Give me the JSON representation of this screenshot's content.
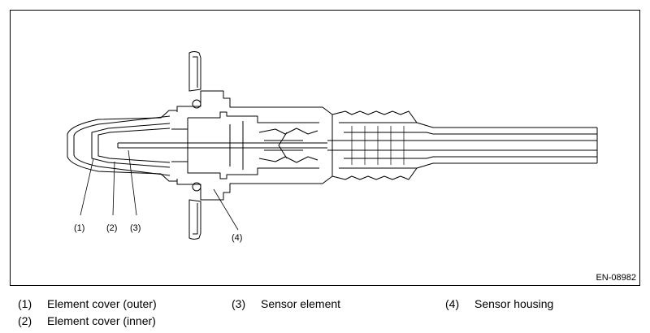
{
  "figure_id": "EN-08982",
  "callouts": [
    "(1)",
    "(2)",
    "(3)",
    "(4)"
  ],
  "legend": [
    {
      "num": "(1)",
      "label": "Element cover (outer)"
    },
    {
      "num": "(2)",
      "label": "Element cover (inner)"
    },
    {
      "num": "(3)",
      "label": "Sensor element"
    },
    {
      "num": "(4)",
      "label": "Sensor housing"
    }
  ]
}
